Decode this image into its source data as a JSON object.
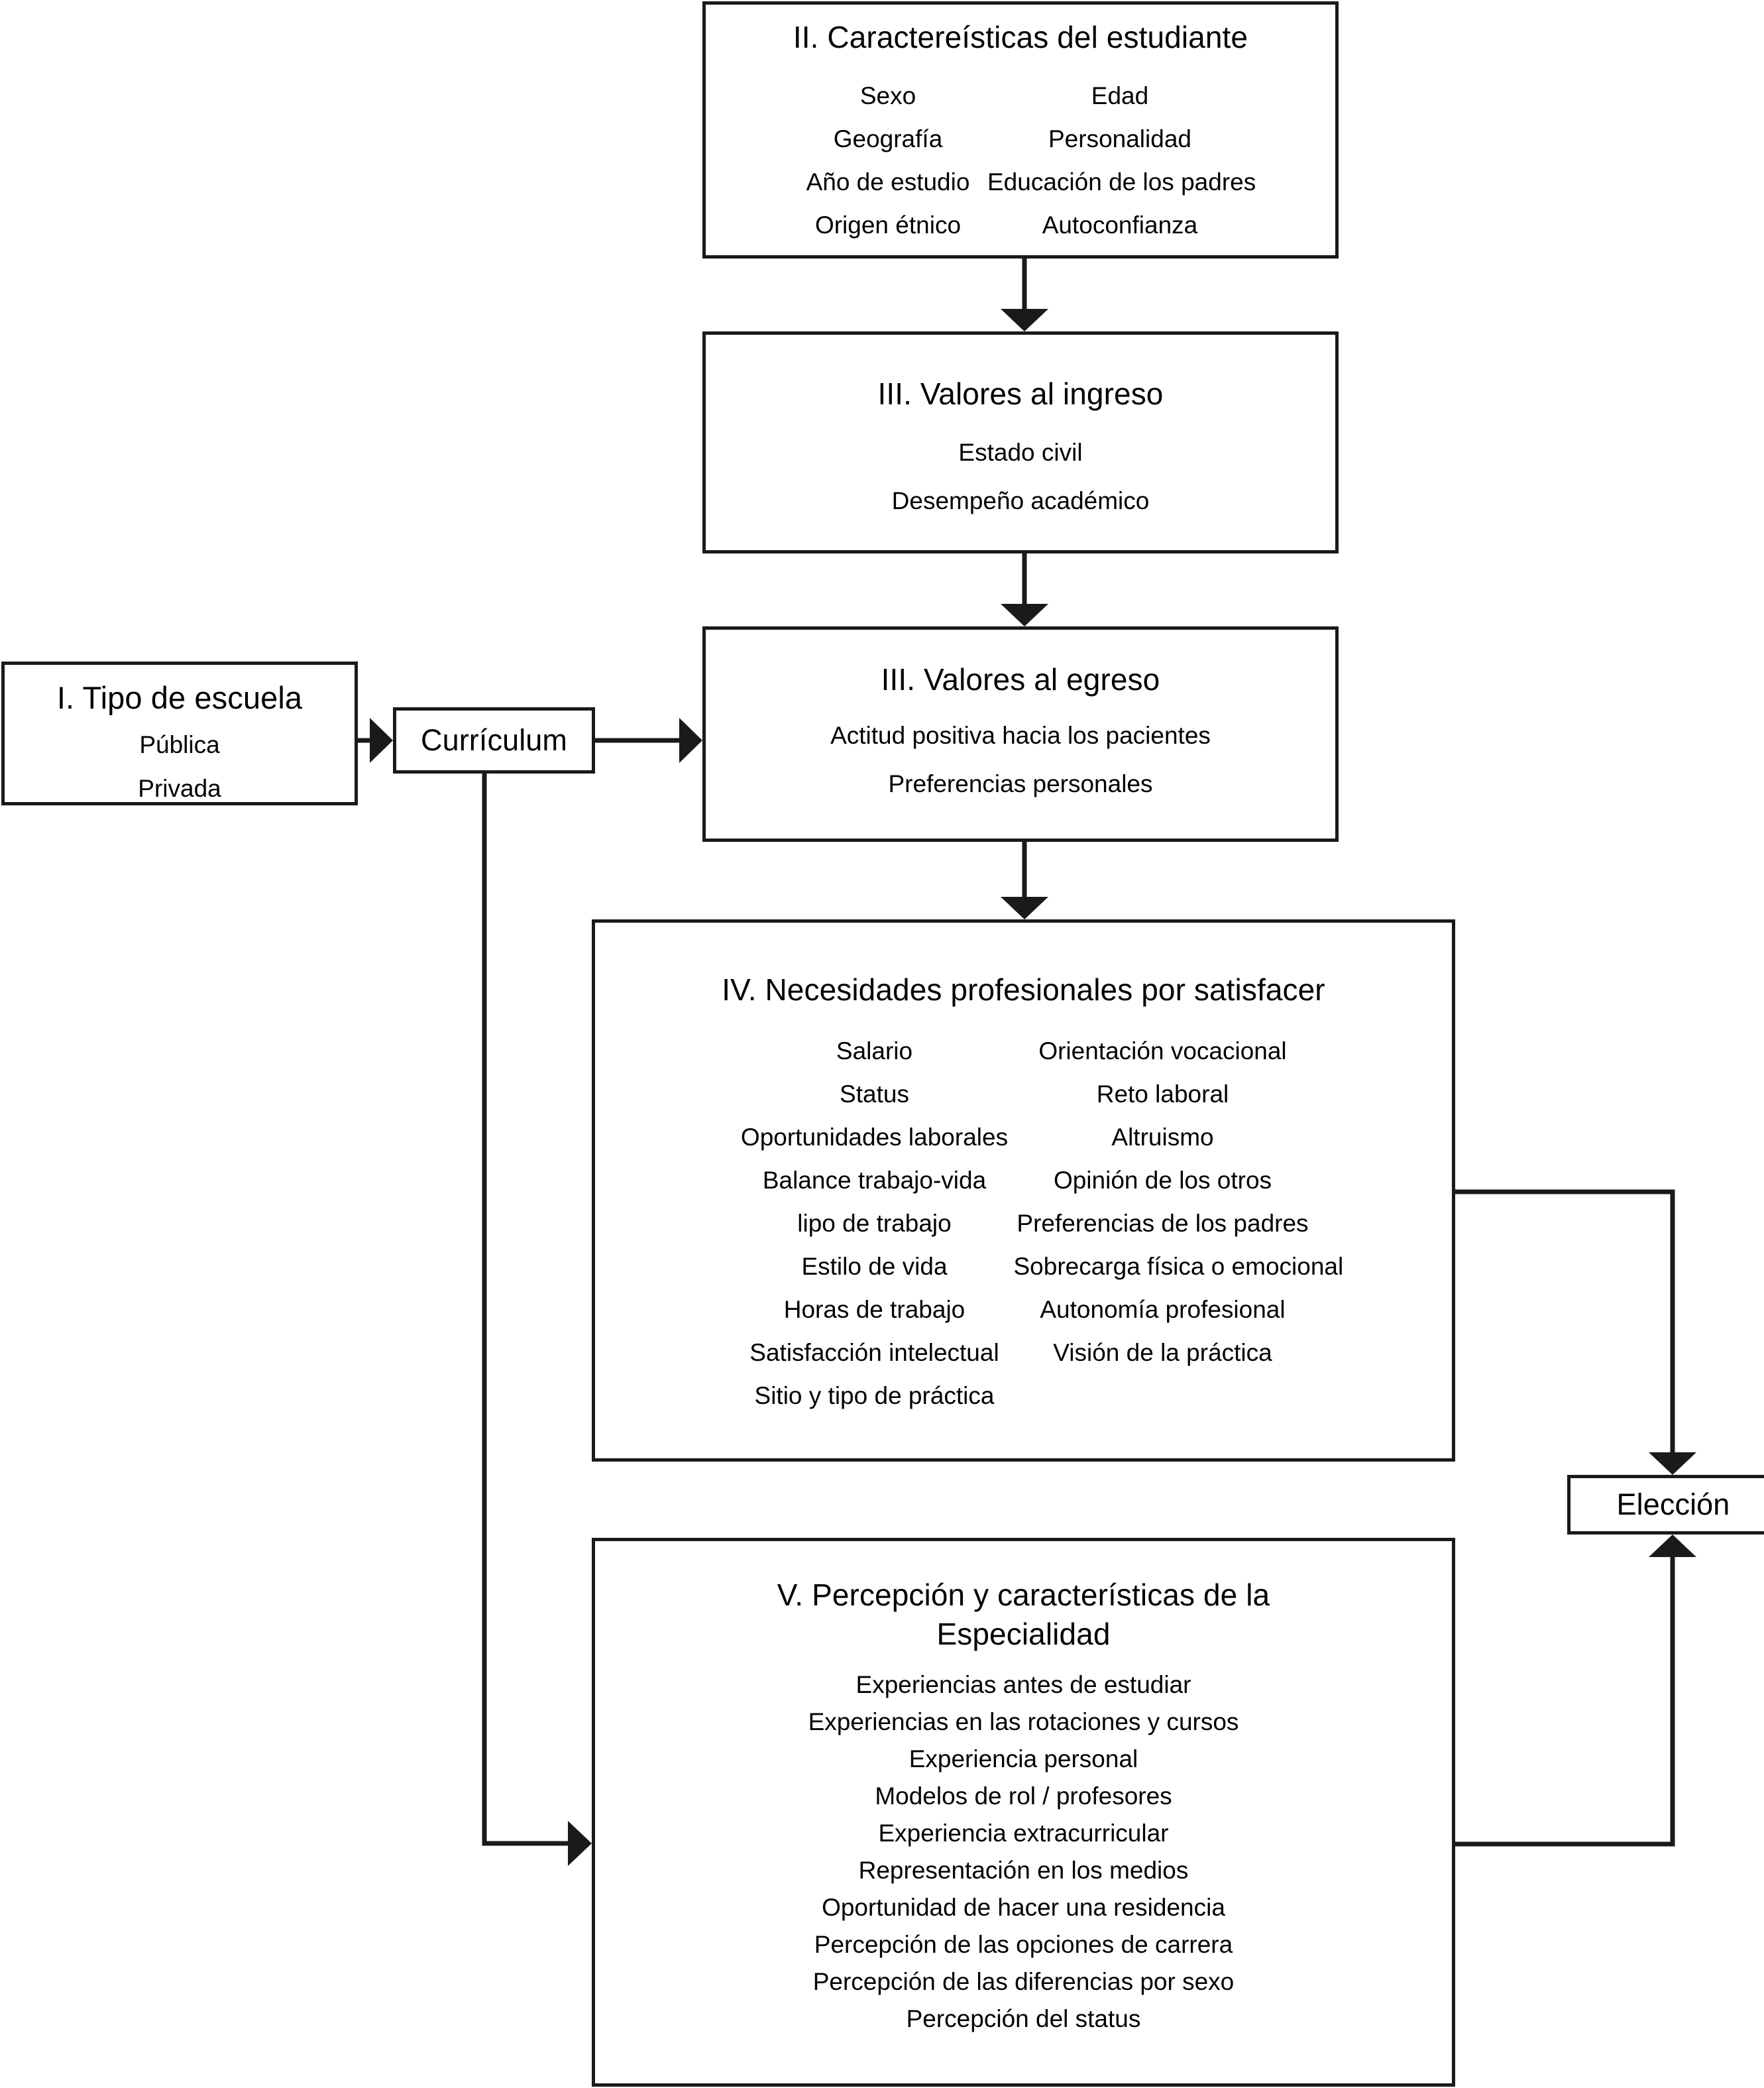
{
  "diagram": {
    "boxes": {
      "school": {
        "title": "I. Tipo de escuela",
        "items": [
          "Pública",
          "Privada"
        ]
      },
      "curriculum": {
        "title": "Currículum"
      },
      "student": {
        "title": "II. Caractereísticas del estudiante",
        "col_left": [
          "Sexo",
          "Geografía",
          "Año de estudio",
          "Origen étnico"
        ],
        "col_right": [
          "Edad",
          "Personalidad",
          "Educación de los padres",
          "Autoconfianza"
        ]
      },
      "entry_values": {
        "title": "III. Valores al ingreso",
        "items": [
          "Estado civil",
          "Desempeño académico"
        ]
      },
      "exit_values": {
        "title": "III. Valores al egreso",
        "items": [
          "Actitud positiva hacia los pacientes",
          "Preferencias personales"
        ]
      },
      "needs": {
        "title": "IV. Necesidades profesionales por satisfacer",
        "col_left": [
          "Salario",
          "Status",
          "Oportunidades laborales",
          "Balance trabajo-vida",
          "lipo de trabajo",
          "Estilo de vida",
          "Horas de trabajo",
          "Satisfacción intelectual",
          "Sitio y tipo de práctica"
        ],
        "col_right": [
          "Orientación vocacional",
          "Reto laboral",
          "Altruismo",
          "Opinión de los otros",
          "Preferencias de los padres",
          "Sobrecarga física o emocional",
          "Autonomía profesional",
          "Visión de la práctica"
        ]
      },
      "perception": {
        "title": "V. Percepción y características de la\nEspecialidad",
        "items": [
          "Experiencias antes de estudiar",
          "Experiencias en las rotaciones y cursos",
          "Experiencia personal",
          "Modelos de rol / profesores",
          "Experiencia extracurricular",
          "Representación en los medios",
          "Oportunidad de hacer una residencia",
          "Percepción de las opciones de carrera",
          "Percepción de las diferencias por sexo",
          "Percepción del status"
        ]
      },
      "choice": {
        "title": "Elección"
      }
    },
    "colors": {
      "stroke": "#1a1a1a",
      "background": "#ffffff",
      "text": "#000000"
    },
    "connectors": [
      {
        "from": "school",
        "to": "curriculum",
        "direction": "right"
      },
      {
        "from": "curriculum",
        "to": "exit_values",
        "direction": "right"
      },
      {
        "from": "curriculum",
        "to": "perception",
        "direction": "down-right"
      },
      {
        "from": "student",
        "to": "entry_values",
        "direction": "down"
      },
      {
        "from": "entry_values",
        "to": "exit_values",
        "direction": "down"
      },
      {
        "from": "exit_values",
        "to": "needs",
        "direction": "down"
      },
      {
        "from": "needs",
        "to": "choice",
        "direction": "right-down"
      },
      {
        "from": "perception",
        "to": "choice",
        "direction": "right-up"
      }
    ]
  }
}
